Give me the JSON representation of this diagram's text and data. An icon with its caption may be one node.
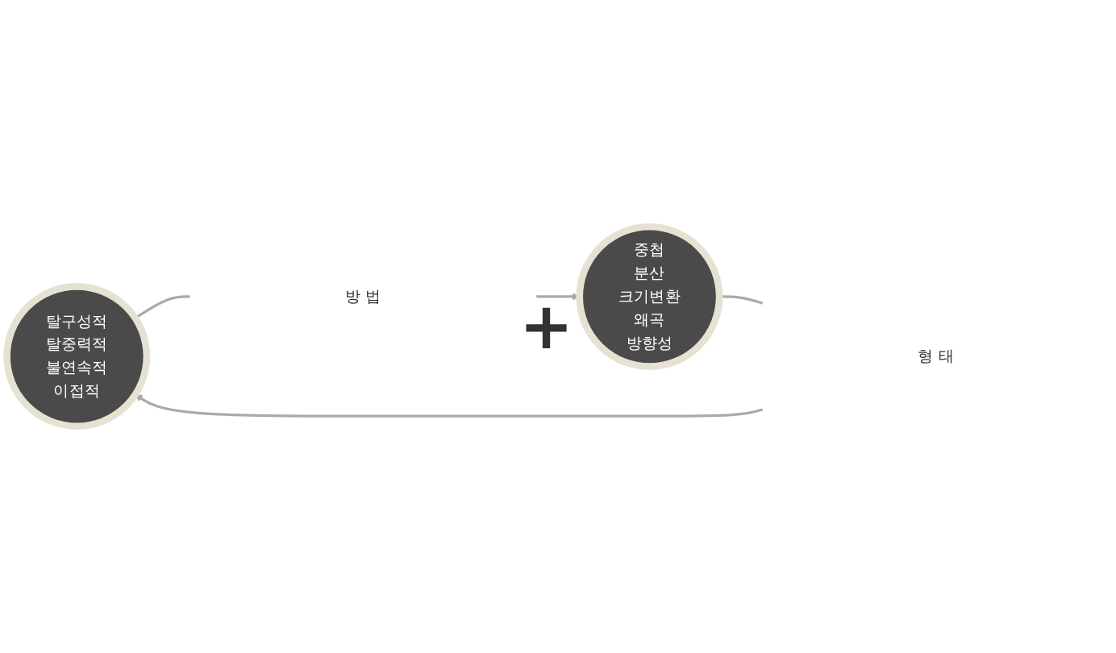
{
  "diagram": {
    "nodes": [
      {
        "text": [
          "탈구성적",
          "탈중력적",
          "불연속적",
          "이접적"
        ]
      },
      {
        "text": [
          "중첩",
          "분산",
          "크기변환",
          "왜곡",
          "방향성"
        ]
      },
      {
        "text": [
          "방 법"
        ]
      },
      {
        "text": [
          "형 태"
        ]
      }
    ],
    "edges": [
      {
        "from": 0,
        "to": 2,
        "arrow": "none"
      },
      {
        "from": 2,
        "to": 1,
        "arrow": "to"
      },
      {
        "from": 1,
        "to": 3,
        "arrow": "none"
      },
      {
        "from": 3,
        "to": 0,
        "arrow": "to"
      }
    ],
    "labels": [
      "+"
    ]
  }
}
